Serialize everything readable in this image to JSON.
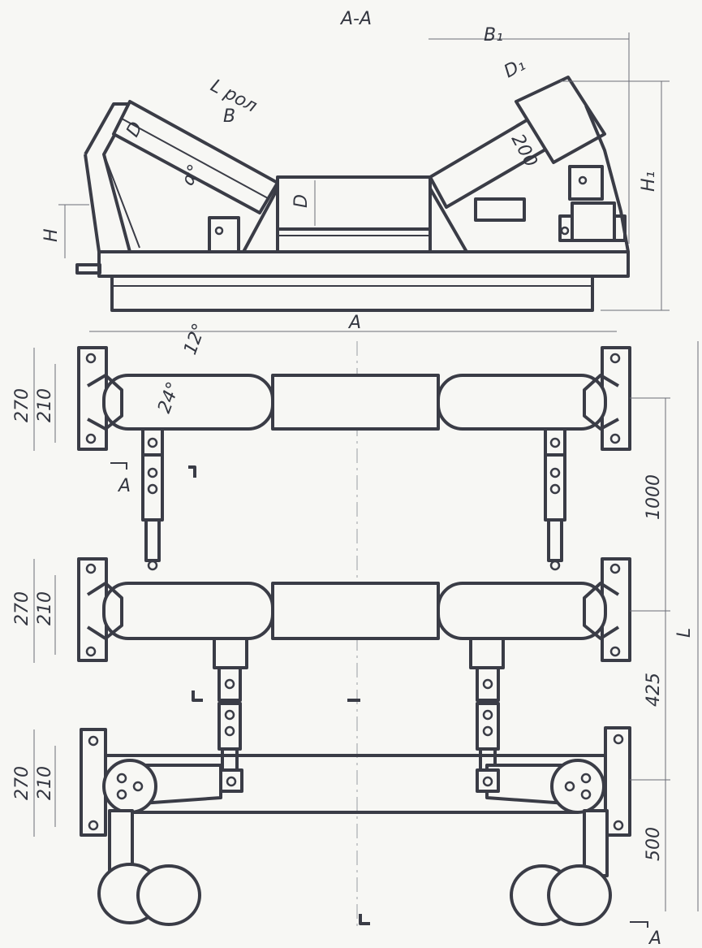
{
  "section_title": "A-A",
  "top_view_labels": {
    "l_rol": "L рол",
    "b": "B",
    "d_side": "D",
    "alpha": "α°",
    "d_center": "D",
    "b1": "B₁",
    "d1": "D₁",
    "len_200": "200",
    "h": "H",
    "h1": "H₁",
    "a": "A"
  },
  "plan_view_labels": {
    "angle_12": "12°",
    "angle_24": "24°",
    "dim_270_1": "270",
    "dim_210_1": "210",
    "dim_270_2": "270",
    "dim_210_2": "210",
    "dim_270_3": "270",
    "dim_210_3": "210",
    "dim_1000": "1000",
    "dim_425": "425",
    "dim_500": "500",
    "dim_l": "L",
    "section_mark_1": "A",
    "section_mark_2": "A"
  }
}
